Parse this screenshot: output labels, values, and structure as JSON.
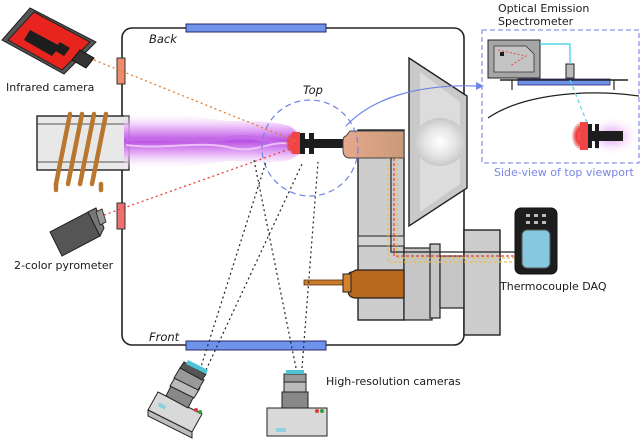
{
  "labels": {
    "back": "Back",
    "front": "Front",
    "top": "Top",
    "infrared_camera": "Infrared camera",
    "pyrometer": "2-color pyrometer",
    "oes_line1": "Optical Emission",
    "oes_line2": "Spectrometer",
    "side_view": "Side-view of top viewport",
    "thermocouple_daq": "Thermocouple DAQ",
    "hr_cameras": "High-resolution cameras"
  },
  "icons": [
    "infrared-camera-icon",
    "pyrometer-icon",
    "spectrometer-icon",
    "daq-device-icon",
    "camera-icon",
    "camera-icon"
  ],
  "colors": {
    "window_blue": "#6f93ea",
    "plasma_purple": "#d27bf0",
    "ir_camera_red": "#e8241f",
    "coil_brown": "#b9762f",
    "probe_orange": "#c87a2a",
    "line_orange": "#e57d2b",
    "line_red": "#e8413c",
    "line_cyan": "#53d6e8",
    "inset_border": "#8f96e8",
    "daq_screen": "#86c9df"
  }
}
